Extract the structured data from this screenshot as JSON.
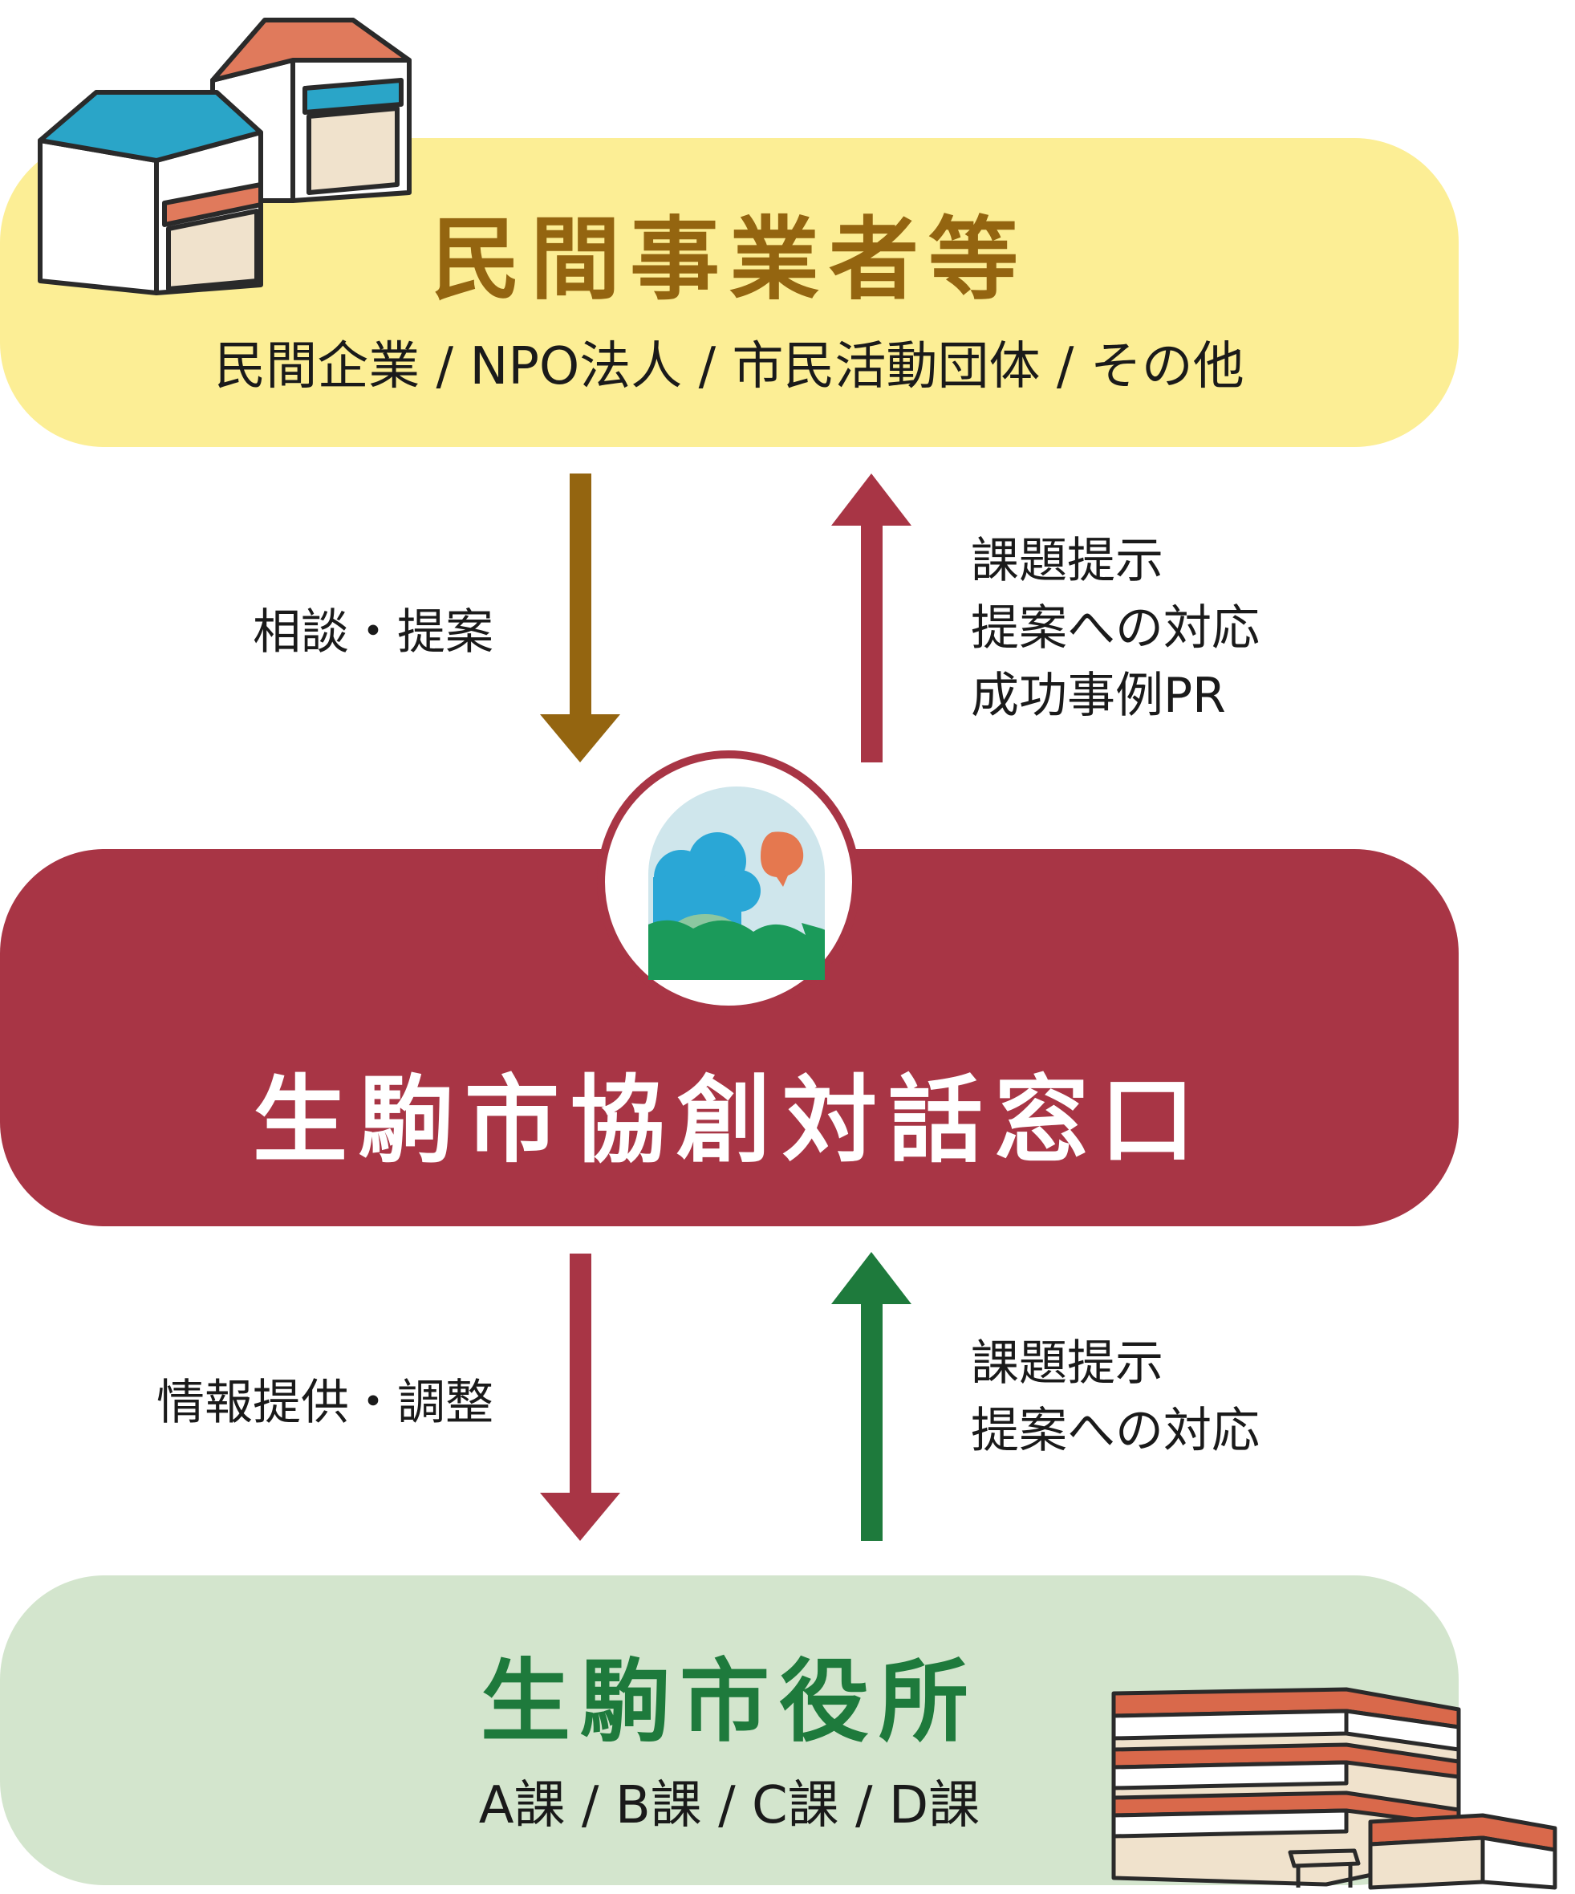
{
  "private": {
    "title": "民間事業者等",
    "subtitle": "民間企業 / NPO法人 / 市民活動団体 / その他"
  },
  "desk": {
    "title": "生駒市協創対話窓口"
  },
  "city": {
    "title": "生駒市役所",
    "subtitle": "A課 / B課 / C課 / D課"
  },
  "arrows": {
    "consult_label": "相談・提案",
    "feedback_top_lines": [
      "課題提示",
      "提案への対応",
      "成功事例PR"
    ],
    "info_label": "情報提供・調整",
    "feedback_bottom_lines": [
      "課題提示",
      "提案への対応"
    ]
  },
  "colors": {
    "private_box": "#fcee95",
    "private_title": "#946510",
    "desk_box": "#a83545",
    "city_box": "#d3e5cd",
    "city_title": "#1e7a3c",
    "arrow_brown": "#946510",
    "arrow_red": "#a83545",
    "arrow_green": "#1e7a3c"
  },
  "icons": {
    "shops": "shop-buildings-icon",
    "emblem": "landscape-speech-emblem-icon",
    "city_hall": "city-hall-building-icon"
  }
}
